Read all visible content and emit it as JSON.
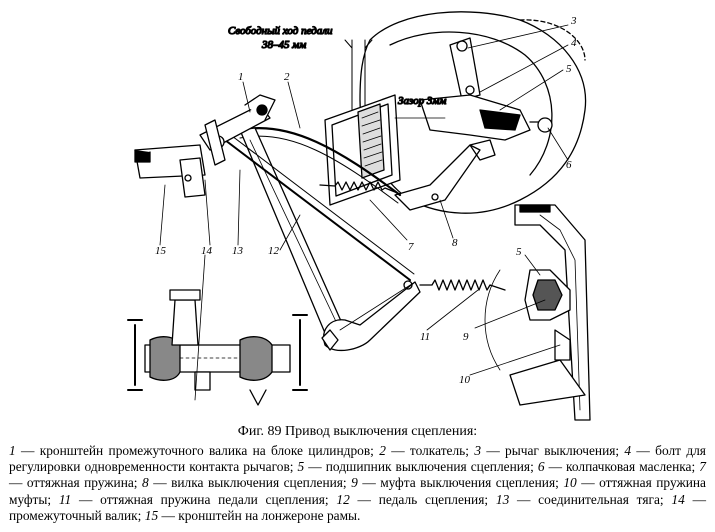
{
  "figure": {
    "free_play_label_line1": "Свободный ход педали",
    "free_play_label_line2": "38–45 мм",
    "gap_label": "Зазор 3мм",
    "callouts": [
      "1",
      "2",
      "3",
      "4",
      "5",
      "6",
      "7",
      "8",
      "9",
      "10",
      "11",
      "12",
      "13",
      "14",
      "15"
    ],
    "side_view_callout_5": "5"
  },
  "caption": "Фиг. 89 Привод выключения сцепления:",
  "legend": [
    {
      "n": "1",
      "t": "кронштейн промежуточного валика на блоке цилиндров;"
    },
    {
      "n": "2",
      "t": "толкатель;"
    },
    {
      "n": "3",
      "t": "рычаг выключения;"
    },
    {
      "n": "4",
      "t": "болт для регулировки одновременности контакта рычагов;"
    },
    {
      "n": "5",
      "t": "подшипник выключения сцепления;"
    },
    {
      "n": "6",
      "t": "колпачковая масленка;"
    },
    {
      "n": "7",
      "t": "оттяжная пружина;"
    },
    {
      "n": "8",
      "t": "вилка выключения сцепления;"
    },
    {
      "n": "9",
      "t": "муфта выключения сцепления;"
    },
    {
      "n": "10",
      "t": "оттяжная пружина муфты;"
    },
    {
      "n": "11",
      "t": "оттяжная пружина педали сцепления;"
    },
    {
      "n": "12",
      "t": "педаль сцепления;"
    },
    {
      "n": "13",
      "t": "соединительная тяга;"
    },
    {
      "n": "14",
      "t": "промежуточный валик;"
    },
    {
      "n": "15",
      "t": "кронштейн на лонжероне рамы."
    }
  ]
}
